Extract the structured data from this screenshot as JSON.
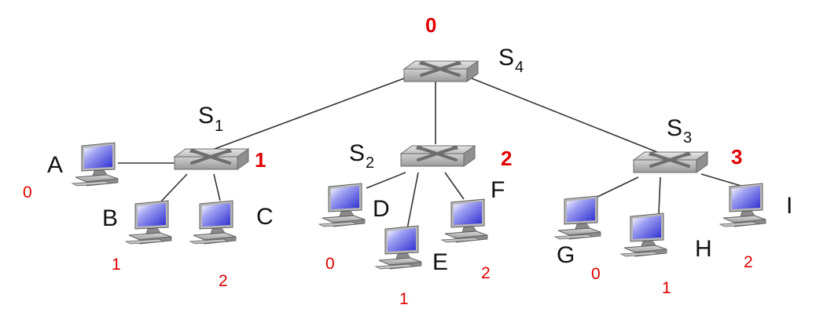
{
  "colors": {
    "switch_number": "#e00000",
    "port_number": "#e00000",
    "label": "#111111",
    "link": "#333333",
    "screen": "#3a3ad8"
  },
  "switches": [
    {
      "id": "S4",
      "name": "S",
      "sub": "4",
      "number": "0",
      "icon": "network-switch-icon"
    },
    {
      "id": "S1",
      "name": "S",
      "sub": "1",
      "number": "1",
      "icon": "network-switch-icon"
    },
    {
      "id": "S2",
      "name": "S",
      "sub": "2",
      "number": "2",
      "icon": "network-switch-icon"
    },
    {
      "id": "S3",
      "name": "S",
      "sub": "3",
      "number": "3",
      "icon": "network-switch-icon"
    }
  ],
  "hosts": [
    {
      "id": "A",
      "label": "A",
      "port": "0",
      "icon": "computer-icon"
    },
    {
      "id": "B",
      "label": "B",
      "port": "1",
      "icon": "computer-icon"
    },
    {
      "id": "C",
      "label": "C",
      "port": "2",
      "icon": "computer-icon"
    },
    {
      "id": "D",
      "label": "D",
      "port": "0",
      "icon": "computer-icon"
    },
    {
      "id": "E",
      "label": "E",
      "port": "1",
      "icon": "computer-icon"
    },
    {
      "id": "F",
      "label": "F",
      "port": "2",
      "icon": "computer-icon"
    },
    {
      "id": "G",
      "label": "G",
      "port": "0",
      "icon": "computer-icon"
    },
    {
      "id": "H",
      "label": "H",
      "port": "1",
      "icon": "computer-icon"
    },
    {
      "id": "I",
      "label": "I",
      "port": "2",
      "icon": "computer-icon"
    }
  ],
  "links": [
    [
      "S4",
      "S1"
    ],
    [
      "S4",
      "S2"
    ],
    [
      "S4",
      "S3"
    ],
    [
      "S1",
      "A"
    ],
    [
      "S1",
      "B"
    ],
    [
      "S1",
      "C"
    ],
    [
      "S2",
      "D"
    ],
    [
      "S2",
      "E"
    ],
    [
      "S2",
      "F"
    ],
    [
      "S3",
      "G"
    ],
    [
      "S3",
      "H"
    ],
    [
      "S3",
      "I"
    ]
  ]
}
